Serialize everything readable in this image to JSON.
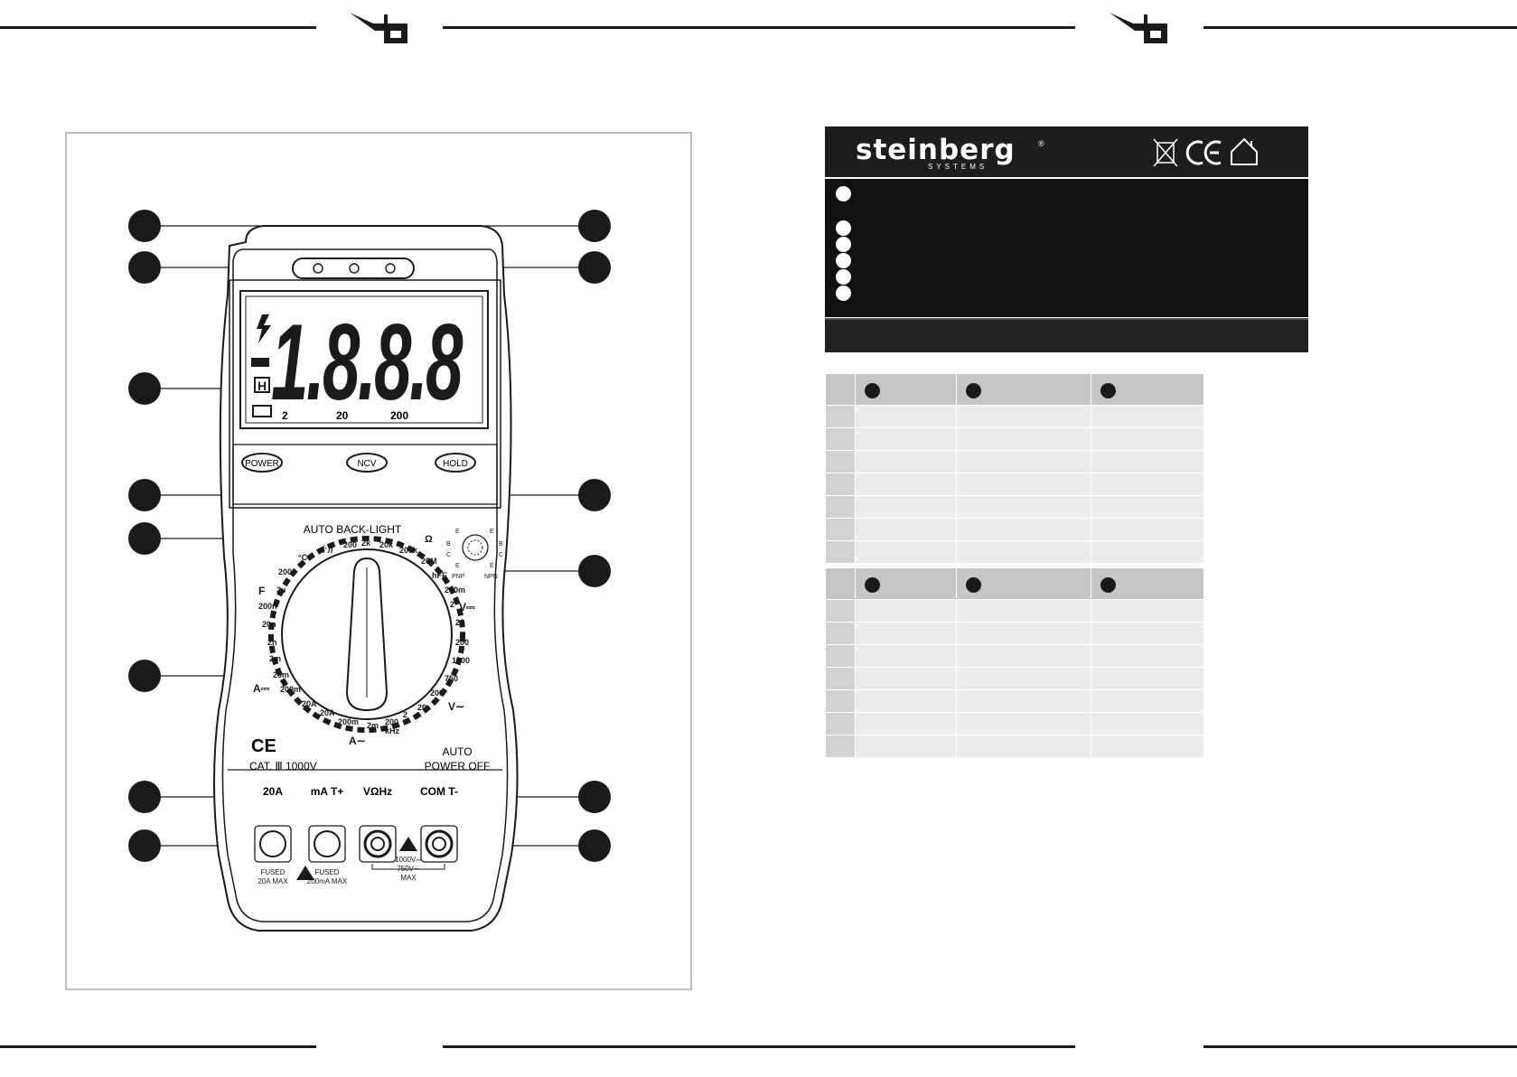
{
  "brand": {
    "name": "steinberg",
    "registered": "®",
    "sub": "SYSTEMS"
  },
  "meter": {
    "display": {
      "digits": "1.8.8.8",
      "hold_indicator": "H",
      "range_labels": [
        "2",
        "20",
        "200"
      ]
    },
    "buttons": {
      "power": "POWER",
      "ncv": "NCV",
      "hold": "HOLD"
    },
    "dial_title": "AUTO BACK-LIGHT",
    "dial_labels": {
      "ohm": "Ω",
      "r200": "200",
      "r2k": "2k",
      "r20k": "20k",
      "r200k": "200k",
      "r20M": "20M",
      "hfe": "hFE",
      "dcv200m": "200m",
      "dcv2": "2",
      "dcv_sym": "V⎓",
      "dcv20": "20",
      "dcv200": "200",
      "dcv1000": "1000",
      "acv750": "750",
      "acv200": "200",
      "acv_sym": "V∼",
      "acv20": "20",
      "acv2": "2",
      "hz200k": "200",
      "khz": "kHz",
      "aac2m": "2m",
      "aac200m": "200m",
      "aac20a": "20A",
      "aac_sym": "A∼",
      "adc20a": "20A",
      "adc200m": "200m",
      "adc_sym": "A⎓",
      "adc20m": "20m",
      "adc2m": "2m",
      "cap2n": "2n",
      "cap20n": "20n",
      "cap200n": "200n",
      "cap2u": "2µ",
      "cap_sym": "F",
      "cap200u": "200µ",
      "temp": "°C",
      "diode": "→|·))"
    },
    "transistor_socket": {
      "pins_left": [
        "E",
        "B",
        "C",
        "E"
      ],
      "pins_right": [
        "E",
        "B",
        "C",
        "E"
      ],
      "pnp": "PNP",
      "npn": "NPN"
    },
    "cat_rating": "CAT. Ⅲ  1000V",
    "ce_mark": "CE",
    "auto_power_off": [
      "AUTO",
      "POWER OFF"
    ],
    "jacks": {
      "a20_label": "20A",
      "a20_note": [
        "FUSED",
        "20A MAX"
      ],
      "ma_label": "mA T+",
      "ma_note": [
        "FUSED",
        "200mA MAX"
      ],
      "v_label": "VΩHz",
      "com_label": "COM T-",
      "v_note": [
        "1000V⎓",
        "750V∼",
        "MAX"
      ]
    }
  },
  "spec_table": {
    "section1_rows": 7,
    "section2_rows": 7
  }
}
